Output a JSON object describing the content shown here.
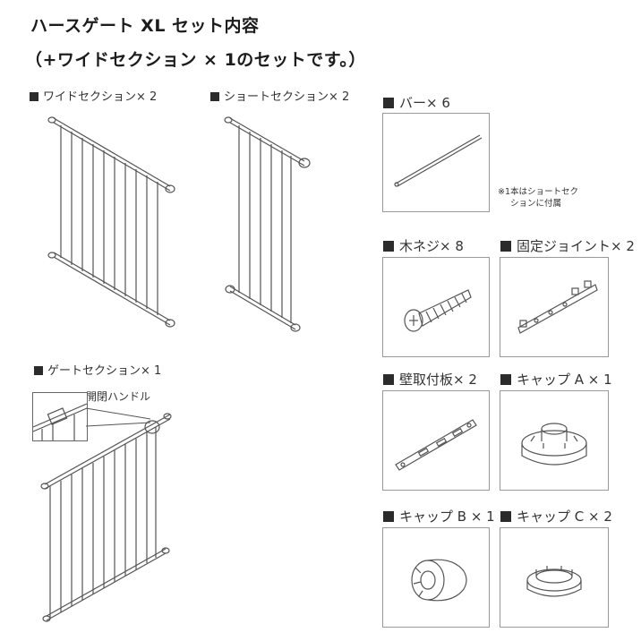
{
  "title_line1": "ハースゲート XL セット内容",
  "title_line2": "（+ワイドセクション × 1のセットです。）",
  "left_items": {
    "wide": "ワイドセクション× 2",
    "short": "ショートセクション× 2",
    "gate": "ゲートセクション× 1",
    "handle": "開閉ハンドル"
  },
  "parts": {
    "bar": "バー× 6",
    "bar_note_1": "※1本はショートセク",
    "bar_note_2": "ションに付属",
    "wood_screw": "木ネジ× 8",
    "fixed_joint": "固定ジョイント× 2",
    "wall_plate": "壁取付板× 2",
    "cap_a": "キャップ A × 1",
    "cap_b": "キャップ B × 1",
    "cap_c": "キャップ C × 2"
  },
  "colors": {
    "line": "#555555",
    "box_border": "#999999",
    "marker": "#2b2b2b"
  }
}
